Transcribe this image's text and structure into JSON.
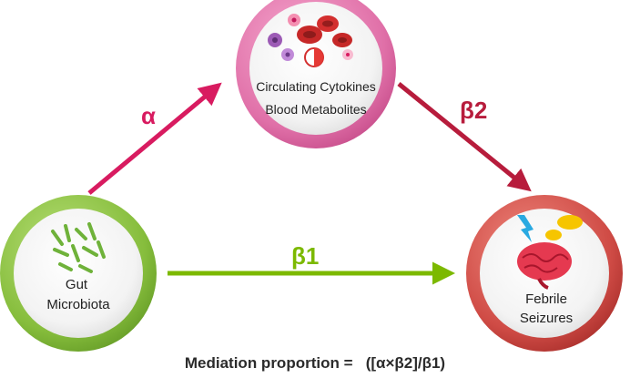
{
  "nodes": {
    "mediator": {
      "line1": "Circulating Cytokines",
      "line2": "Blood Metabolites",
      "ring_color": "#d6589a"
    },
    "exposure": {
      "line1": "Gut",
      "line2": "Microbiota",
      "ring_color": "#7cb342"
    },
    "outcome": {
      "line1": "Febrile",
      "line2": "Seizures",
      "ring_color": "#c0392b"
    }
  },
  "arrows": {
    "alpha": {
      "label": "α",
      "color": "#d81b60"
    },
    "beta2": {
      "label": "β2",
      "color": "#b71c3c"
    },
    "beta1": {
      "label": "β1",
      "color": "#7cb900"
    }
  },
  "formula": {
    "label": "Mediation proportion =",
    "expression": "([α×β2]/β1)"
  }
}
